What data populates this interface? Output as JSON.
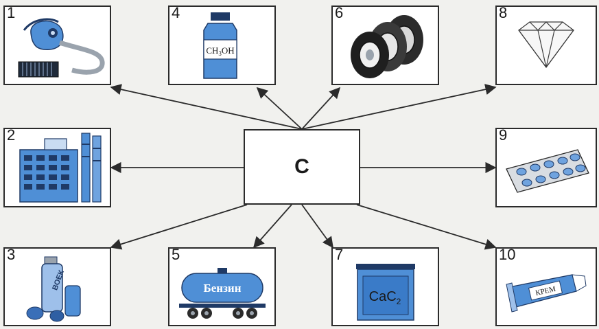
{
  "center": {
    "label": "C"
  },
  "items": [
    {
      "number": "1",
      "icon": "gas-mask-icon"
    },
    {
      "number": "2",
      "icon": "building-icon"
    },
    {
      "number": "3",
      "icon": "aerosol-can-icon",
      "can_text": "ВОЕК"
    },
    {
      "number": "4",
      "icon": "bottle-icon",
      "label_main": "CH",
      "label_sub": "3",
      "label_tail": "OH"
    },
    {
      "number": "5",
      "icon": "fuel-tank-icon",
      "tank_text": "Бензин"
    },
    {
      "number": "6",
      "icon": "tires-icon"
    },
    {
      "number": "7",
      "icon": "container-icon",
      "label_main": "CaC",
      "label_sub": "2"
    },
    {
      "number": "8",
      "icon": "diamond-icon"
    },
    {
      "number": "9",
      "icon": "pill-blister-icon"
    },
    {
      "number": "10",
      "icon": "cream-tube-icon",
      "tube_text": "КРЕМ"
    }
  ],
  "colors": {
    "accent": "#4f8fd6",
    "dark": "#1f3a66",
    "line": "#2b2b2b"
  }
}
